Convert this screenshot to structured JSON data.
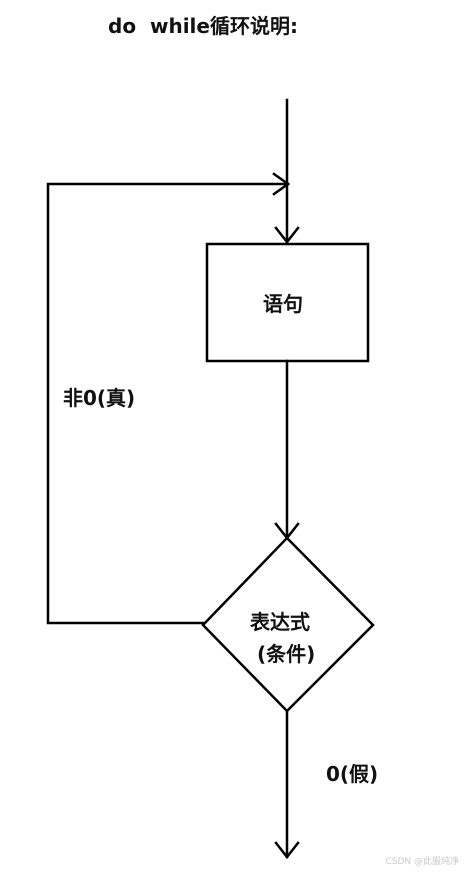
{
  "title": "do  while循环说明:",
  "nodes": {
    "statement": "语句",
    "condition_line1": "表达式",
    "condition_line2": "(条件)"
  },
  "edges": {
    "true_label": "非0(真)",
    "false_label": "0(假)"
  },
  "watermark": "CSDN @此服纯净"
}
